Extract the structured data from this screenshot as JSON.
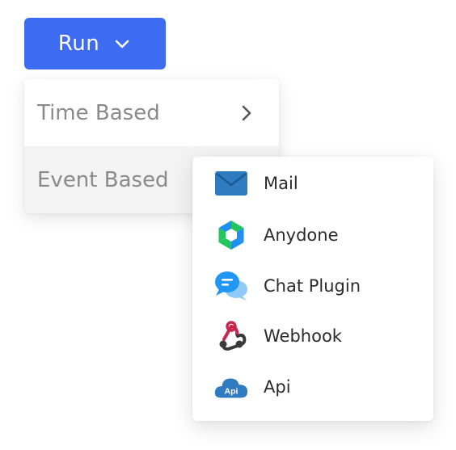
{
  "run_button": {
    "label": "Run",
    "icon": "chevron-down-icon"
  },
  "menu": {
    "items": [
      {
        "label": "Time Based",
        "icon": "chevron-right-icon",
        "highlighted": false
      },
      {
        "label": "Event Based",
        "highlighted": true
      }
    ]
  },
  "submenu": {
    "items": [
      {
        "label": "Mail",
        "icon": "mail-icon"
      },
      {
        "label": "Anydone",
        "icon": "anydone-logo-icon"
      },
      {
        "label": "Chat Plugin",
        "icon": "chat-bubbles-icon"
      },
      {
        "label": "Webhook",
        "icon": "webhook-icon"
      },
      {
        "label": "Api",
        "icon": "api-cloud-icon",
        "icon_text": "Api"
      }
    ]
  },
  "colors": {
    "accent": "#3d6bf2",
    "menu_text": "#8a8a8a",
    "highlight_bg": "#f3f3f3",
    "submenu_text": "#2b2b2b",
    "mail_blue": "#2f7bbf",
    "anydone_green": "#22c55e",
    "anydone_blue": "#1f8ff0",
    "chat_blue": "#2196f3",
    "webhook_red": "#c7254e",
    "webhook_dark": "#3a3a3a",
    "api_blue": "#2e7bbf"
  }
}
